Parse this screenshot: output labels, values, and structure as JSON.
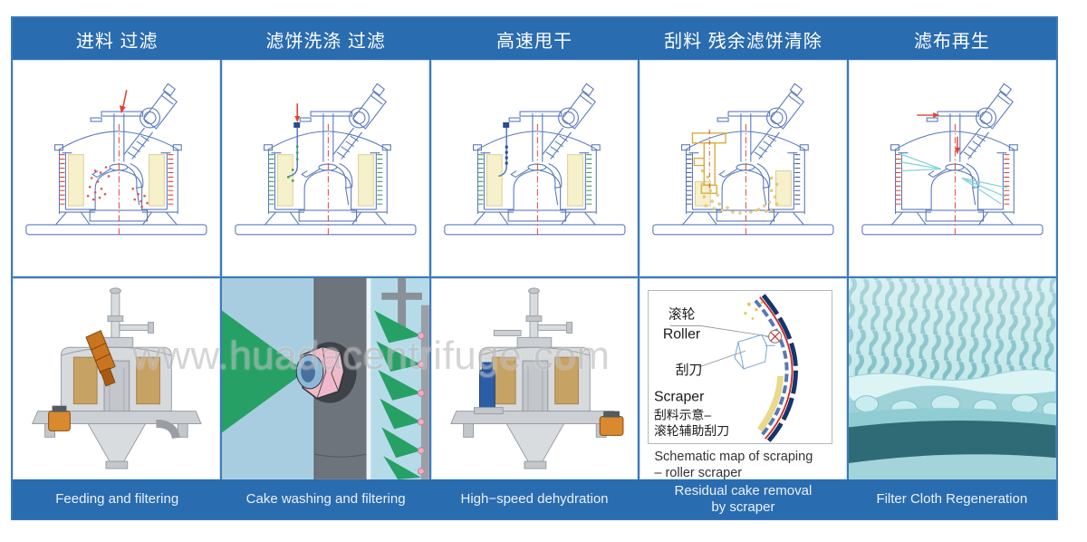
{
  "watermark": {
    "text": "www.huadacentrifuge.com"
  },
  "stages": [
    {
      "id": "feeding",
      "header_cn": "进料 过滤",
      "caption_en": "Feeding and filtering"
    },
    {
      "id": "washing",
      "header_cn": "滤饼洗涤 过滤",
      "caption_en": "Cake washing and filtering"
    },
    {
      "id": "dehydration",
      "header_cn": "高速甩干",
      "caption_en": "High−speed dehydration"
    },
    {
      "id": "scraping",
      "header_cn": "刮料 残余滤饼清除",
      "caption_en": "Residual cake removal\nby scraper"
    },
    {
      "id": "regeneration",
      "header_cn": "滤布再生",
      "caption_en": "Filter Cloth Regeneration"
    }
  ],
  "scraper_diagram": {
    "roller_cn": "滚轮",
    "roller_en": "Roller",
    "scraper_cn": "刮刀",
    "scraper_en": "Scraper",
    "note_line1": "刮料示意–",
    "note_line2": "滚轮辅助刮刀",
    "caption": "Schematic map of scraping\n– roller scraper"
  },
  "colors": {
    "bar_blue": "#2a6cb0",
    "grid_blue": "#3e7ab9",
    "schematic_line": "#5b79bd",
    "cake_yellow": "#f6f0cb",
    "accent_red": "#e04434",
    "wash_green": "#3f9e5a",
    "spray_cyan": "#86d4d8",
    "scraper_yellow": "#d9ad3e",
    "cloth_teal": "#9fd2d8"
  }
}
